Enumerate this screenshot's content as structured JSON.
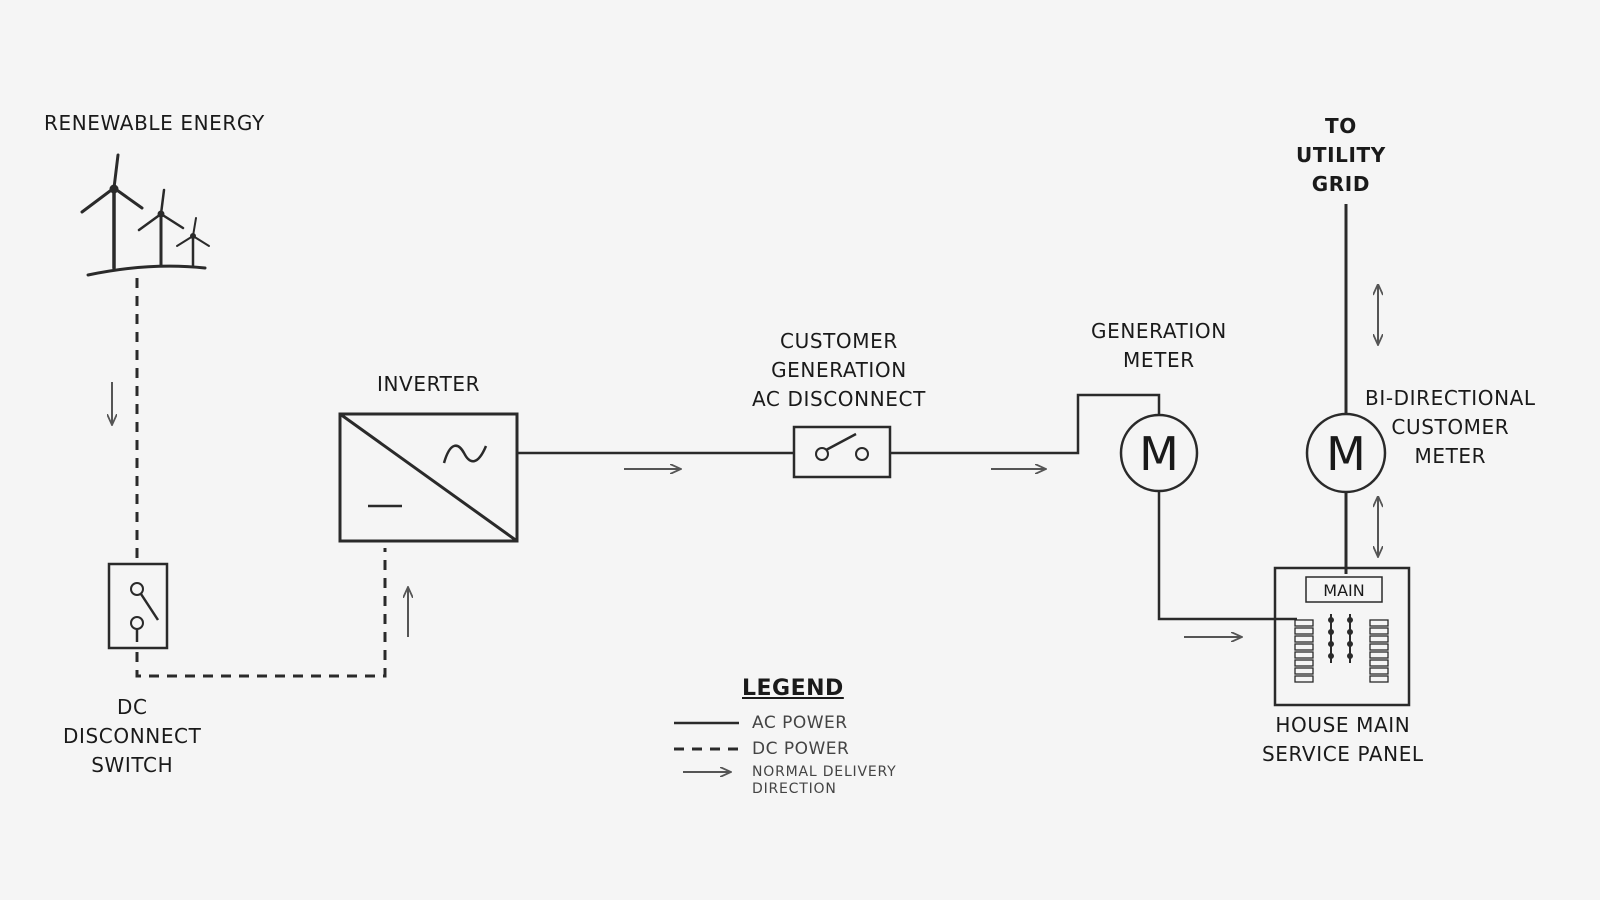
{
  "labels": {
    "renewable": "RENEWABLE ENERGY",
    "inverter": "INVERTER",
    "ac_disconnect": [
      "CUSTOMER",
      "GENERATION",
      "AC DISCONNECT"
    ],
    "generation_meter": [
      "GENERATION",
      "METER"
    ],
    "utility_grid": [
      "TO",
      "UTILITY",
      "GRID"
    ],
    "bidirectional_meter": [
      "BI-DIRECTIONAL",
      "CUSTOMER",
      "METER"
    ],
    "dc_disconnect": [
      "DC",
      "DISCONNECT",
      "SWITCH"
    ],
    "house_panel": [
      "HOUSE MAIN",
      "SERVICE PANEL"
    ],
    "panel_main": "MAIN",
    "meter_symbol": "M"
  },
  "legend": {
    "title": "LEGEND",
    "ac_power": "AC POWER",
    "dc_power": "DC POWER",
    "delivery": [
      "NORMAL DELIVERY",
      "DIRECTION"
    ]
  },
  "colors": {
    "line": "#2a2a2a",
    "arrow": "#555555",
    "background": "#f5f5f5"
  },
  "icons": [
    "wind-turbine-icon",
    "switch-icon",
    "inverter-icon",
    "meter-icon",
    "arrow-icon",
    "breaker-icon"
  ]
}
